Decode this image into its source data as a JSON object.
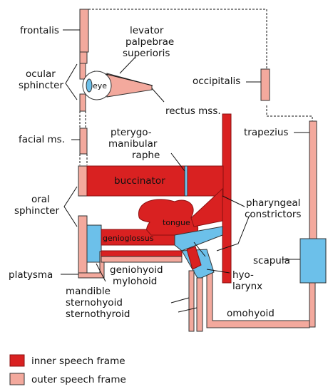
{
  "labels": {
    "frontalis": "frontalis",
    "levator_line1": "levator",
    "levator_line2": "palpebrae",
    "levator_line3": "superioris",
    "ocular_line1": "ocular",
    "ocular_line2": "sphincter",
    "eye": "eye",
    "occipitalis": "occipitalis",
    "rectus": "rectus mss.",
    "facial": "facial ms.",
    "pterygo_line1": "pterygo-",
    "pterygo_line2": "manibular",
    "pterygo_line3": "raphe",
    "trapezius": "trapezius",
    "buccinator": "buccinator",
    "oral_line1": "oral",
    "oral_line2": "sphincter",
    "pharyngeal_line1": "pharyngeal",
    "pharyngeal_line2": "constrictors",
    "tongue": "tongue",
    "genioglossus": "genioglossus",
    "scapula": "scapula",
    "platysma": "platysma",
    "geniohyoid": "geniohyoid",
    "mylohoid": "mylohoid",
    "hyolarynx_line1": "hyo-",
    "hyolarynx_line2": "larynx",
    "mandible": "mandible",
    "sternohyoid": "sternohyoid",
    "sternothyroid": "sternothyroid",
    "omohyoid": "omohyoid"
  },
  "legend": {
    "inner": "inner speech frame",
    "outer": "outer speech frame"
  },
  "colors": {
    "inner_frame": "#d92121",
    "outer_frame": "#f3a99d",
    "bone": "#6cc0ea"
  }
}
